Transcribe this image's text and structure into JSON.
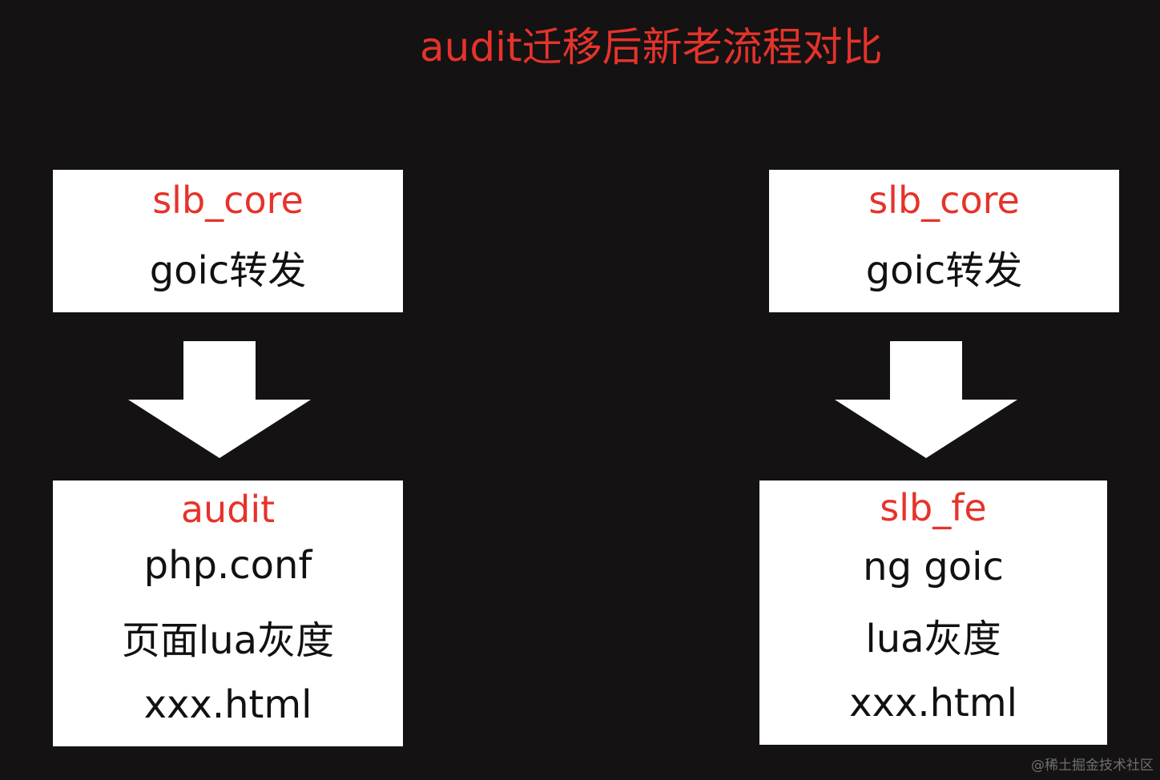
{
  "title": "audit迁移后新老流程对比",
  "left": {
    "top_box": {
      "heading": "slb_core",
      "lines": [
        "goic转发"
      ]
    },
    "bottom_box": {
      "heading": "audit",
      "lines": [
        "php.conf",
        "页面lua灰度",
        "xxx.html"
      ]
    }
  },
  "right": {
    "top_box": {
      "heading": "slb_core",
      "lines": [
        "goic转发"
      ]
    },
    "bottom_box": {
      "heading": "slb_fe",
      "lines": [
        "ng goic",
        "lua灰度",
        "xxx.html"
      ]
    }
  },
  "watermark": "@稀土掘金技术社区",
  "colors": {
    "background": "#141213",
    "accent": "#e5332b",
    "box": "#ffffff",
    "text": "#111111"
  }
}
